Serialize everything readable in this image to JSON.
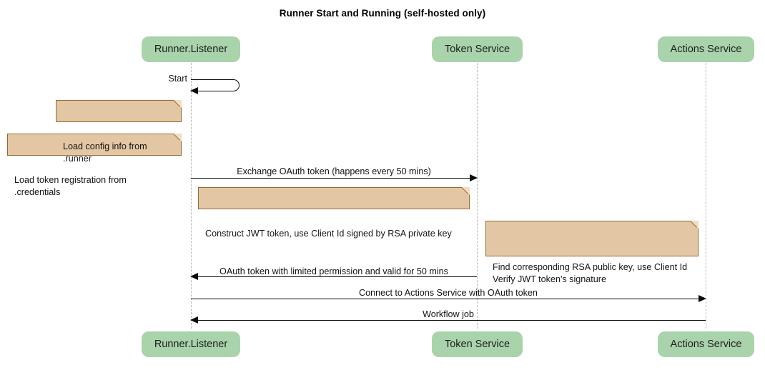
{
  "title": "Runner Start and Running (self-hosted only)",
  "colors": {
    "participant_fill": "#a9d3ab",
    "note_fill": "#e3c7a4",
    "note_border": "#97693a",
    "note_fold": "#f0ddc4",
    "lifeline": "#b9b9b9",
    "message": "#0a0a0a",
    "background": "#ffffff"
  },
  "participants": [
    {
      "id": "runner",
      "label": "Runner.Listener"
    },
    {
      "id": "token",
      "label": "Token Service"
    },
    {
      "id": "actions",
      "label": "Actions Service"
    }
  ],
  "participants_bottom": [
    {
      "id": "runner",
      "label": "Runner.Listener"
    },
    {
      "id": "token",
      "label": "Token Service"
    },
    {
      "id": "actions",
      "label": "Actions Service"
    }
  ],
  "self_messages": [
    {
      "id": "start",
      "label": "Start",
      "from": "runner",
      "to": "runner"
    }
  ],
  "notes": [
    {
      "id": "note-load-config",
      "text": "Load config info from .runner",
      "attached_to": "runner"
    },
    {
      "id": "note-load-token",
      "text": "Load token registration from .credentials",
      "attached_to": "runner"
    },
    {
      "id": "note-construct-jwt",
      "text": "Construct JWT token, use Client Id signed by RSA private key",
      "attached_to": "runner"
    },
    {
      "id": "note-verify-jwt",
      "text": "Find corresponding RSA public key, use Client Id\nVerify JWT token's signature",
      "attached_to": "token"
    }
  ],
  "messages": [
    {
      "id": "msg-exchange-oauth",
      "label": "Exchange OAuth token (happens every 50 mins)",
      "from": "runner",
      "to": "token",
      "direction": "right",
      "style": "solid"
    },
    {
      "id": "msg-oauth-return",
      "label": "OAuth token with limited permission and valid for 50 mins",
      "from": "token",
      "to": "runner",
      "direction": "left",
      "style": "solid"
    },
    {
      "id": "msg-connect-actions",
      "label": "Connect to Actions Service with OAuth token",
      "from": "runner",
      "to": "actions",
      "direction": "right",
      "style": "solid"
    },
    {
      "id": "msg-workflow-job",
      "label": "Workflow job",
      "from": "actions",
      "to": "runner",
      "direction": "left",
      "style": "solid"
    }
  ]
}
